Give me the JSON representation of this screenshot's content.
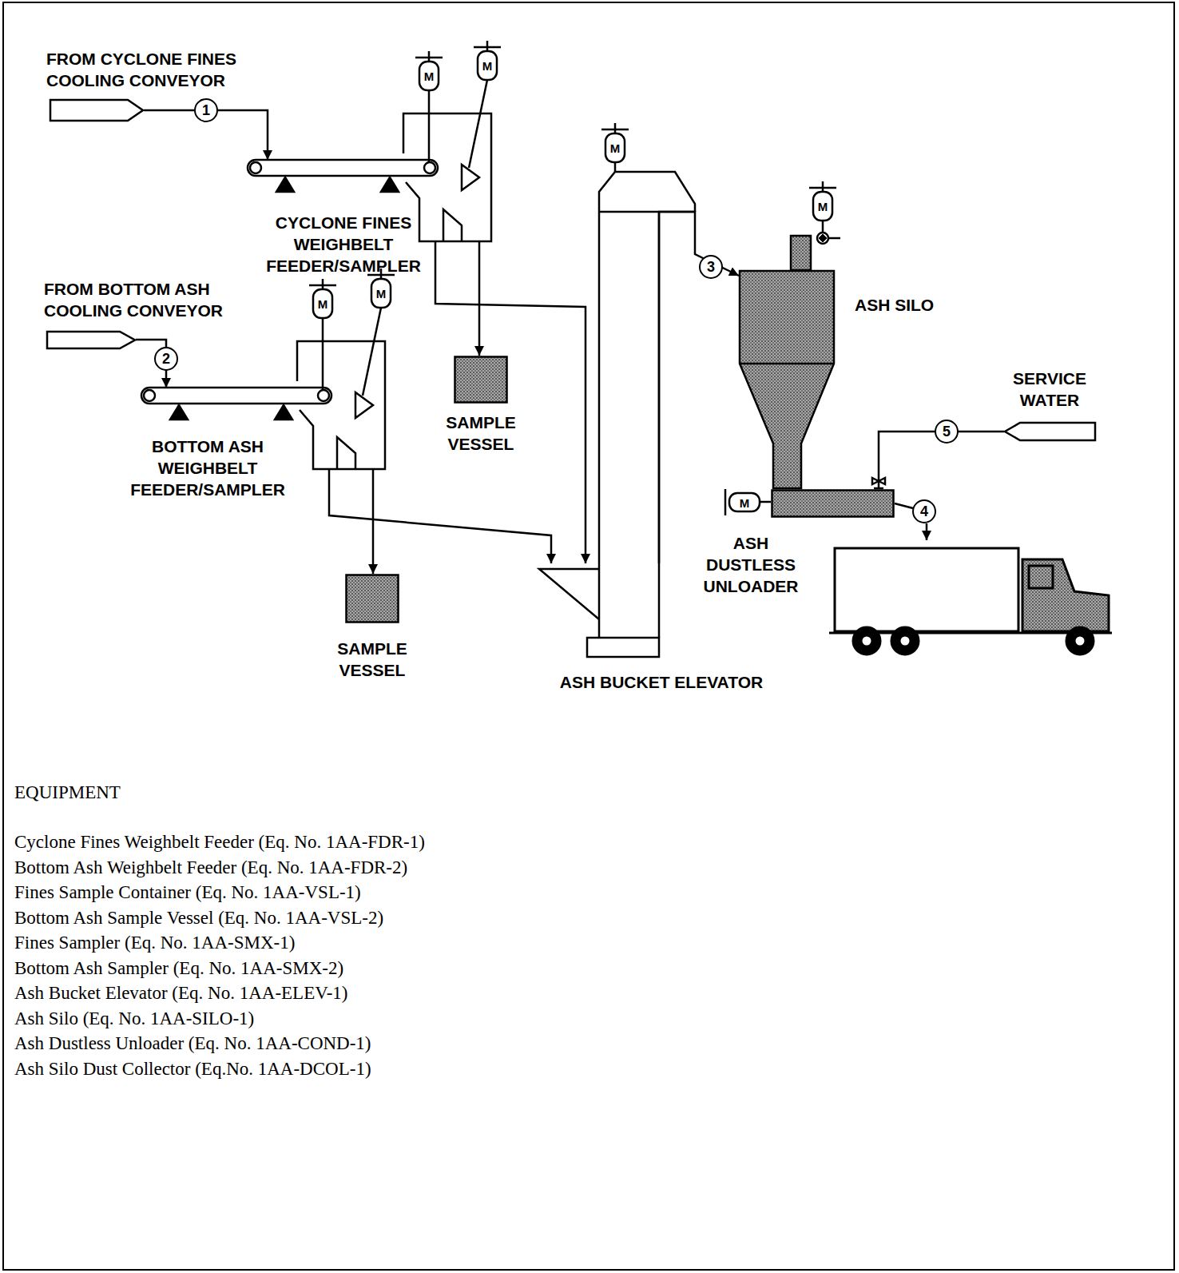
{
  "diagram": {
    "nodes": [
      {
        "text": [
          "FROM CYCLONE FINES COOLING CONVEYOR"
        ]
      },
      {
        "text": [
          "CYCLONE FINES WEIGHBELT FEEDER/SAMPLER"
        ]
      },
      {
        "text": [
          "FROM BOTTOM ASH COOLING CONVEYOR"
        ]
      },
      {
        "text": [
          "BOTTOM ASH WEIGHBELT FEEDER/SAMPLER"
        ]
      },
      {
        "text": [
          "SAMPLE VESSEL"
        ]
      },
      {
        "text": [
          "SAMPLE VESSEL"
        ]
      },
      {
        "text": [
          "ASH BUCKET ELEVATOR"
        ]
      },
      {
        "text": [
          "ASH SILO"
        ]
      },
      {
        "text": [
          "SERVICE WATER"
        ]
      },
      {
        "text": [
          "ASH DUSTLESS UNLOADER"
        ]
      }
    ],
    "edges": [
      {
        "from": 0,
        "to": 1,
        "label": "1",
        "arrow": "to"
      },
      {
        "from": 1,
        "to": 4,
        "arrow": "to"
      },
      {
        "from": 1,
        "to": 6,
        "arrow": "to"
      },
      {
        "from": 2,
        "to": 3,
        "label": "2",
        "arrow": "to"
      },
      {
        "from": 3,
        "to": 5,
        "arrow": "to"
      },
      {
        "from": 3,
        "to": 6,
        "arrow": "to"
      },
      {
        "from": 6,
        "to": 7,
        "label": "3",
        "arrow": "to"
      },
      {
        "from": 8,
        "to": 9,
        "label": "5",
        "arrow": "none"
      }
    ],
    "labels": [
      "M",
      "M",
      "M",
      "M",
      "M",
      "M",
      "M",
      "4",
      "EQUIPMENT",
      "Cyclone Fines Weighbelt Feeder (Eq. No. 1AA-FDR-1)",
      "Bottom Ash Weighbelt Feeder (Eq. No. 1AA-FDR-2)",
      "Fines Sample Container (Eq. No. 1AA-VSL-1)",
      "Bottom Ash Sample Vessel (Eq. No. 1AA-VSL-2)",
      "Fines Sampler (Eq. No. 1AA-SMX-1)",
      "Bottom Ash Sampler (Eq. No. 1AA-SMX-2)",
      "Ash Bucket Elevator (Eq. No. 1AA-ELEV-1)",
      "Ash Silo (Eq. No. 1AA-SILO-1)",
      "Ash Dustless Unloader (Eq. No. 1AA-COND-1)",
      "Ash Silo Dust Collector (Eq.No. 1AA-DCOL-1)"
    ]
  }
}
